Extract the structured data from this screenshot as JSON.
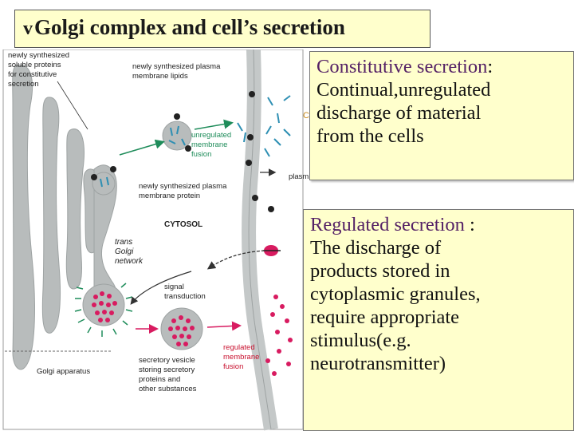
{
  "title": {
    "bullet": "v",
    "text": "Golgi complex and cell’s secretion"
  },
  "diagram": {
    "labels": {
      "soluble_proteins": [
        "newly synthesized",
        "soluble proteins",
        "for constitutive",
        "secretion"
      ],
      "plasma_lipids": [
        "newly synthesized plasma",
        "membrane lipids"
      ],
      "unregulated_fusion": [
        "unregulated",
        "membrane",
        "fusion"
      ],
      "plasma_protein": [
        "newly synthesized plasma",
        "membrane protein"
      ],
      "cytosol": "CYTOSOL",
      "trans_golgi": [
        "trans",
        "Golgi",
        "network"
      ],
      "signal": [
        "signal",
        "transduction"
      ],
      "regulated_fusion": [
        "regulated",
        "membrane",
        "fusion"
      ],
      "secretory_vesicle": [
        "secretory vesicle",
        "storing secretory",
        "proteins and",
        "other substances"
      ],
      "golgi_apparatus": "Golgi apparatus",
      "plasma_partial": "plasm",
      "c_partial": "C"
    },
    "colors": {
      "golgi": "#b8bcbc",
      "protein": "#2e8fb3",
      "granule": "#d81b60",
      "fusion_arrow": "#1e8c5a",
      "regulated_arrow": "#d81b60",
      "membrane": "#c4c8c8"
    }
  },
  "constitutive": {
    "head": "Constitutive secretion",
    "colon": ":",
    "lines": [
      "Continual,unregulated",
      "discharge of material",
      "from the cells"
    ]
  },
  "regulated": {
    "head": "Regulated secretion",
    "colon": " :",
    "lines": [
      "The discharge of",
      "products stored in",
      "cytoplasmic granules,",
      "require appropriate",
      "stimulus(e.g.",
      "neurotransmitter)"
    ]
  }
}
